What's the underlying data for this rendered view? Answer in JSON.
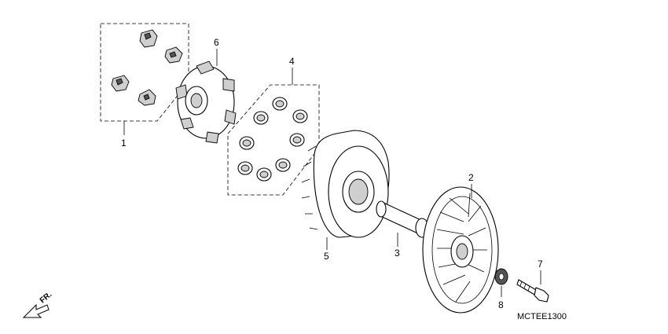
{
  "callouts": {
    "c1": "1",
    "c2": "2",
    "c3": "3",
    "c4": "4",
    "c5": "5",
    "c6": "6",
    "c7": "7",
    "c8": "8"
  },
  "diagram_code": "MCTEE1300",
  "direction_label": "FR."
}
